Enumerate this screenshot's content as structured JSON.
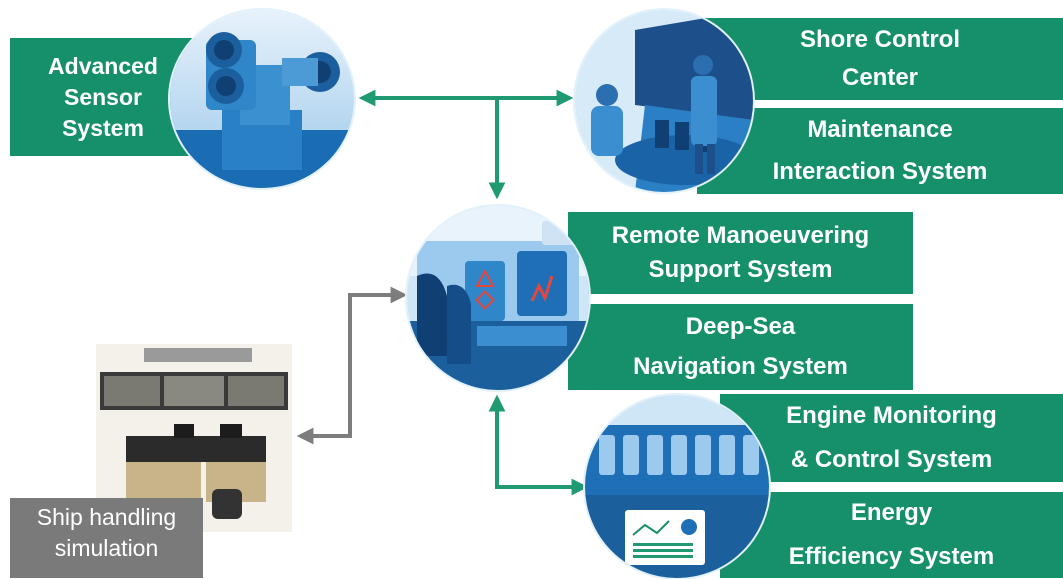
{
  "colors": {
    "accent": "#16906a",
    "arrow_green": "#1f9a72",
    "arrow_gray": "#7d7d7d",
    "circle_blue": "#1a6fb4",
    "label_gray": "#7a7a7a"
  },
  "nodes": {
    "sensor": {
      "line1": "Advanced",
      "line2": "Sensor",
      "line3": "System",
      "icon": "sensor-camera-icon"
    },
    "shore": {
      "title_line1": "Shore Control",
      "title_line2": "Center",
      "sub_line1": "Maintenance",
      "sub_line2": "Interaction System",
      "icon": "control-room-icon"
    },
    "remote": {
      "title_line1": "Remote Manoeuvering",
      "title_line2": "Support System",
      "sub_line1": "Deep-Sea",
      "sub_line2": "Navigation System",
      "icon": "ship-bridge-icon"
    },
    "engine": {
      "title_line1": "Engine Monitoring",
      "title_line2": "& Control System",
      "sub_line1": "Energy",
      "sub_line2": "Efficiency System",
      "icon": "engine-icon"
    },
    "simulation": {
      "line1": "Ship handling",
      "line2": "simulation",
      "icon": "simulator-photo-icon"
    }
  }
}
